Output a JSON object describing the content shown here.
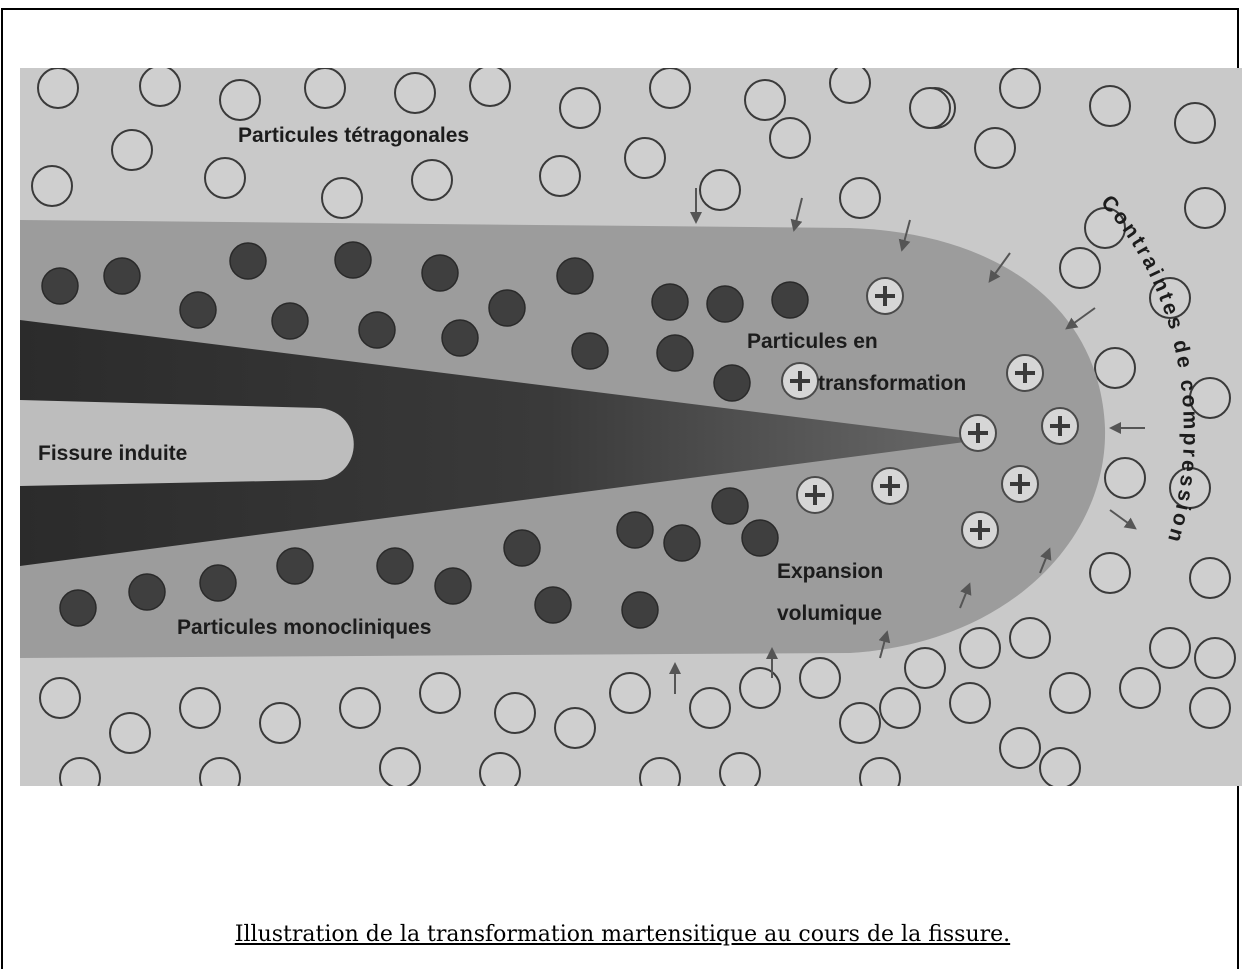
{
  "figure": {
    "labels": {
      "tetragonal": "Particules tétragonales",
      "crack": "Fissure induite",
      "monoclinic": "Particules monocliniques",
      "transforming_line1": "Particules en",
      "transforming_line2": "transformation",
      "expansion_line1": "Expansion",
      "expansion_line2": "volumique",
      "compression": "Contraintes de compression"
    }
  },
  "caption": "Illustration de la transformation martensitique au cours de la fissure."
}
